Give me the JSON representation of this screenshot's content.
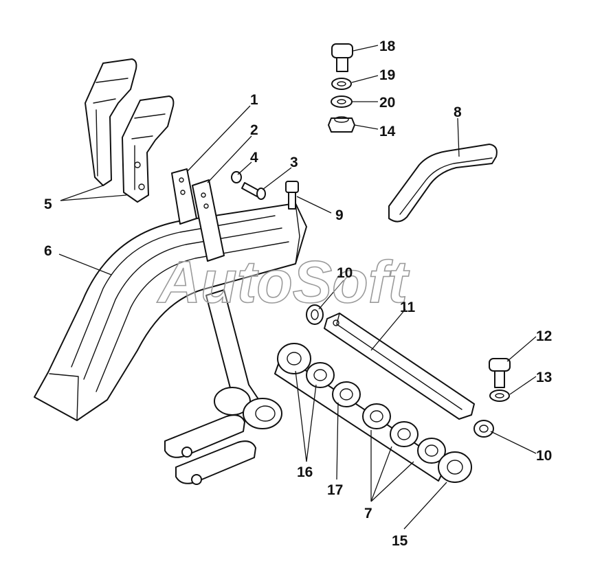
{
  "watermark": "AutoSoft",
  "callouts": {
    "c1": "1",
    "c2": "2",
    "c3": "3",
    "c4": "4",
    "c5": "5",
    "c6": "6",
    "c7": "7",
    "c8": "8",
    "c9": "9",
    "c10a": "10",
    "c10b": "10",
    "c11": "11",
    "c12": "12",
    "c13": "13",
    "c14": "14",
    "c15": "15",
    "c16": "16",
    "c17": "17",
    "c18": "18",
    "c19": "19",
    "c20": "20"
  }
}
